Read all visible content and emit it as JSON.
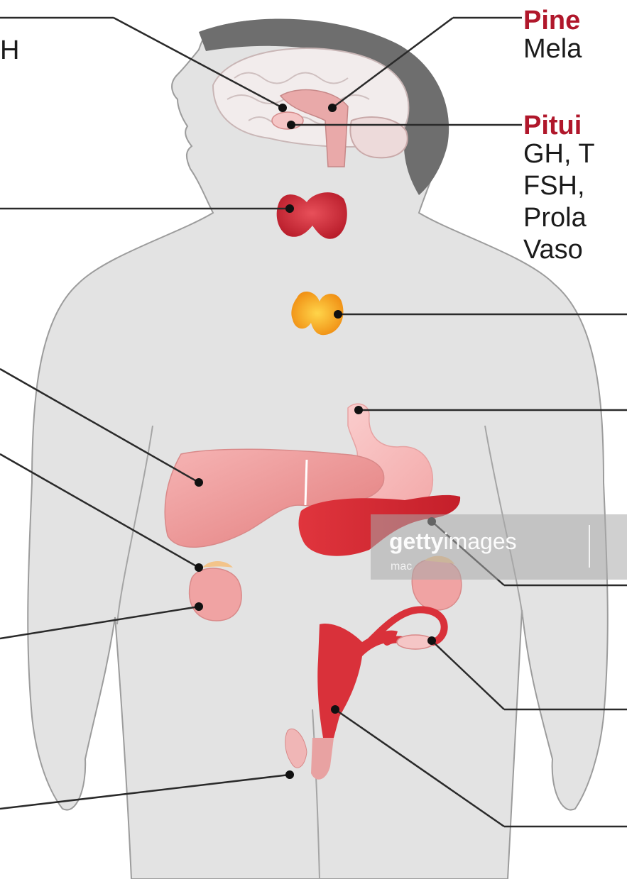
{
  "labels": {
    "left_fragment": "H",
    "pineal_title": "Pine",
    "pineal_hormone": "Mela",
    "pituitary_title": "Pitui",
    "pituitary_line1": "GH, T",
    "pituitary_line2": "FSH,",
    "pituitary_line3": "Prola",
    "pituitary_line4": "Vaso"
  },
  "watermark": {
    "brand_bold": "getty",
    "brand_light": "images",
    "sub": "mac"
  },
  "colors": {
    "body": "#e3e3e3",
    "hair": "#6e6e6e",
    "organ_red": "#d9313a",
    "organ_pink": "#f0a3a3",
    "adrenal_orange": "#f39a1b",
    "label_red": "#b0172b"
  }
}
